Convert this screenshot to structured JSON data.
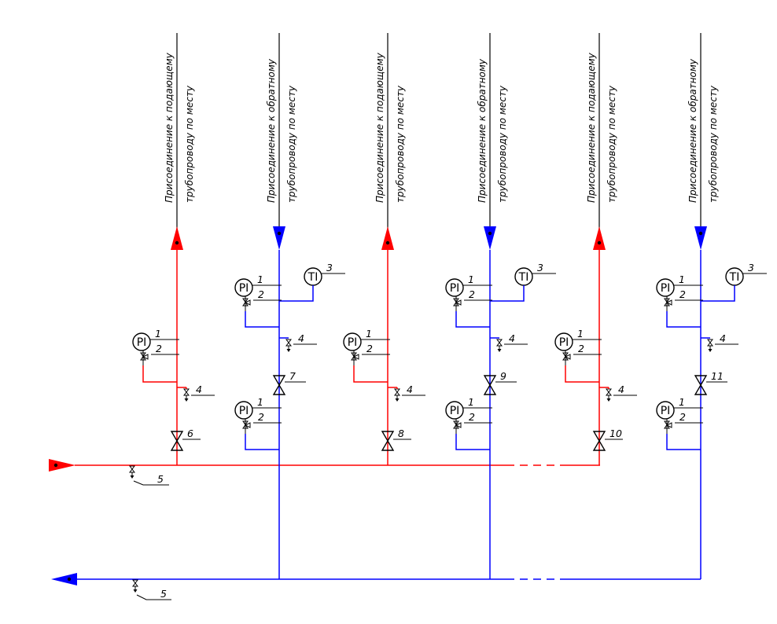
{
  "colors": {
    "supply": "#ff0000",
    "return": "#0000ff",
    "ink": "#000000"
  },
  "branches": [
    {
      "type": "supply",
      "caption_line1": "Присоединение к подающему",
      "caption_line2": "трубопроводу по месту",
      "pi_label": "PI",
      "pi_tag": "1",
      "pi_valve_tag": "2",
      "drain_tag": "4",
      "valve_tag": "6"
    },
    {
      "type": "return",
      "caption_line1": "Присоединение к обратному",
      "caption_line2": "трубопроводу по месту",
      "pi_label": "PI",
      "pi_tag": "1",
      "pi_valve_tag": "2",
      "ti_label": "TI",
      "ti_tag": "3",
      "drain_tag": "4",
      "valve_tag": "7",
      "pi2_tag": "1",
      "pi2_valve_tag": "2"
    },
    {
      "type": "supply",
      "caption_line1": "Присоединение к подающему",
      "caption_line2": "трубопроводу по месту",
      "pi_label": "PI",
      "pi_tag": "1",
      "pi_valve_tag": "2",
      "drain_tag": "4",
      "valve_tag": "8"
    },
    {
      "type": "return",
      "caption_line1": "Присоединение к обратному",
      "caption_line2": "трубопроводу по месту",
      "pi_label": "PI",
      "pi_tag": "1",
      "pi_valve_tag": "2",
      "ti_label": "TI",
      "ti_tag": "3",
      "drain_tag": "4",
      "valve_tag": "9",
      "pi2_tag": "1",
      "pi2_valve_tag": "2"
    },
    {
      "type": "supply",
      "caption_line1": "Присоединение к подающему",
      "caption_line2": "трубопроводу по месту",
      "pi_label": "PI",
      "pi_tag": "1",
      "pi_valve_tag": "2",
      "drain_tag": "4",
      "valve_tag": "10"
    },
    {
      "type": "return",
      "caption_line1": "Присоединение к обратному",
      "caption_line2": "трубопроводу по месту",
      "pi_label": "PI",
      "pi_tag": "1",
      "pi_valve_tag": "2",
      "ti_label": "TI",
      "ti_tag": "3",
      "drain_tag": "4",
      "valve_tag": "11",
      "pi2_tag": "1",
      "pi2_valve_tag": "2"
    }
  ],
  "headers": {
    "supply_drain_tag": "5",
    "return_drain_tag": "5"
  }
}
